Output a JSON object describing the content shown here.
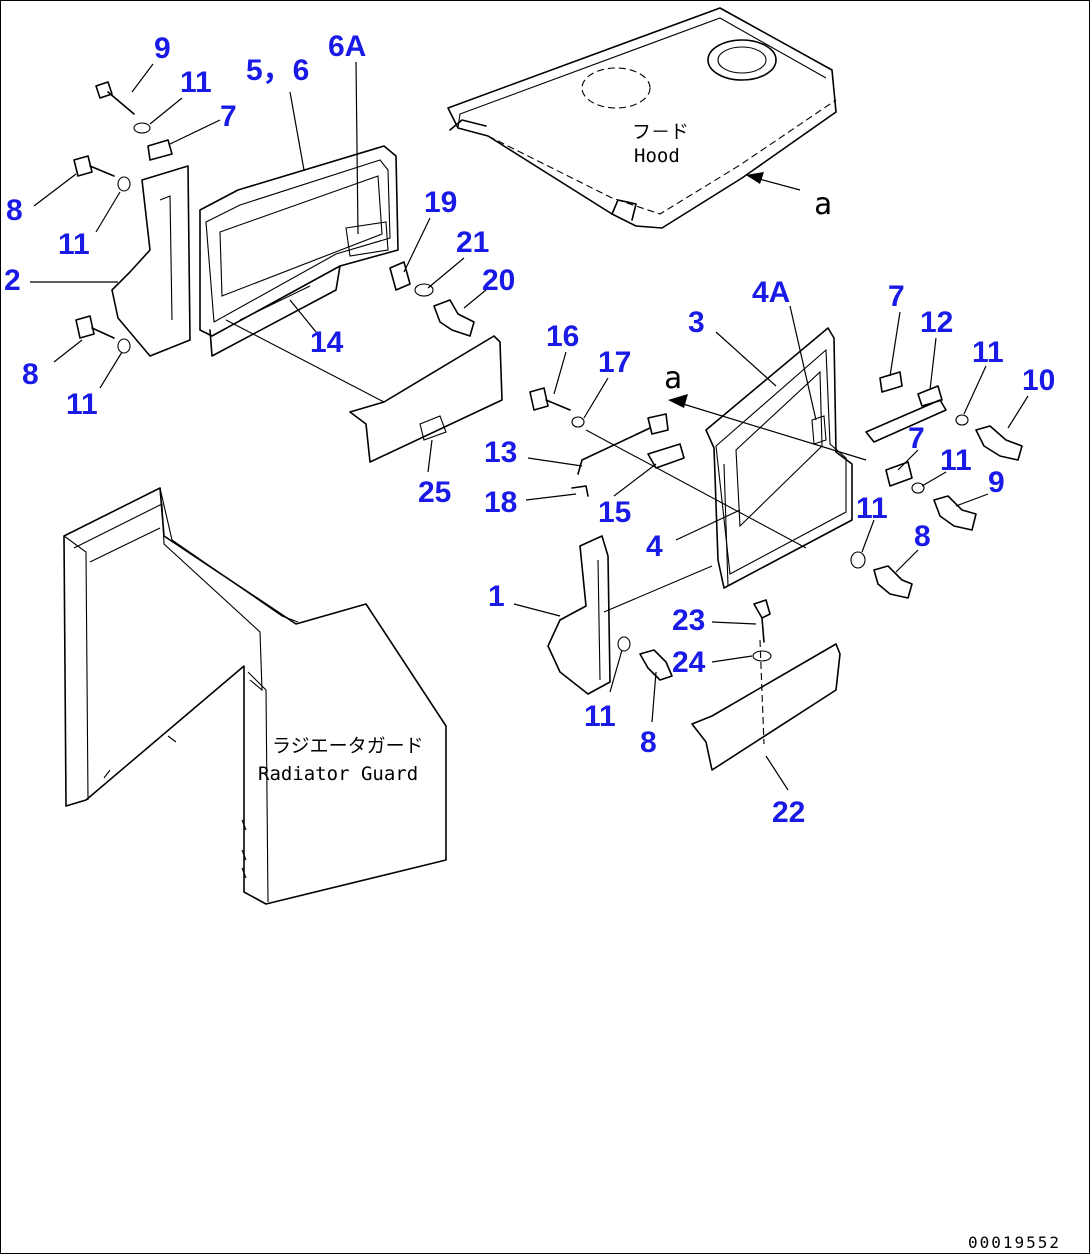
{
  "callouts": {
    "c9a": "9",
    "c11a": "11",
    "c56": "5，6",
    "c6A": "6A",
    "c7a": "7",
    "c8a": "8",
    "c11b": "11",
    "c2": "2",
    "c8b": "8",
    "c11c": "11",
    "c19": "19",
    "c21": "21",
    "c20": "20",
    "c14": "14",
    "c25": "25",
    "c16": "16",
    "c17": "17",
    "c13": "13",
    "c18": "18",
    "c15": "15",
    "c3": "3",
    "c4A": "4A",
    "c7b": "7",
    "c12": "12",
    "c11d": "11",
    "c10": "10",
    "c7c": "7",
    "c11e": "11",
    "c9b": "9",
    "c11f": "11",
    "c8c": "8",
    "c4": "4",
    "c1": "1",
    "c23": "23",
    "c24": "24",
    "c11g": "11",
    "c8d": "8",
    "c22": "22"
  },
  "labels": {
    "hood_jp": "フ－ド",
    "hood_en": "Hood",
    "view_a_top": "a",
    "view_a_mid": "a",
    "radiator_jp": "ラジエータガード",
    "radiator_en": "Radiator Guard"
  },
  "figure_code": "00019552"
}
